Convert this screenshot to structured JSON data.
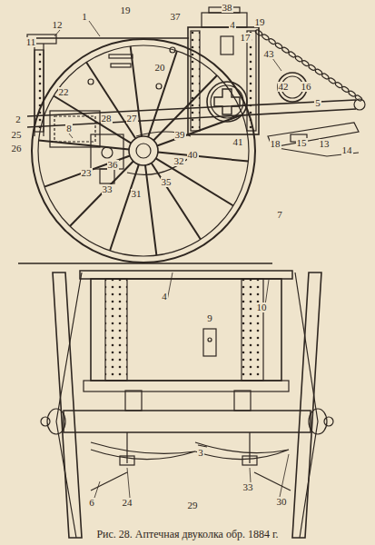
{
  "diagram": {
    "caption": "Рис. 28. Аптечная двуколка обр. 1884 г.",
    "labels": [
      "12",
      "11",
      "1",
      "19",
      "37",
      "38",
      "4",
      "19",
      "17",
      "43",
      "42",
      "16",
      "5",
      "22",
      "20",
      "28",
      "27",
      "2",
      "25",
      "26",
      "8",
      "23",
      "36",
      "39",
      "40",
      "41",
      "18",
      "15",
      "13",
      "14",
      "32",
      "33",
      "31",
      "35",
      "7",
      "4",
      "9",
      "10",
      "3",
      "6",
      "24",
      "29",
      "33",
      "30"
    ]
  }
}
